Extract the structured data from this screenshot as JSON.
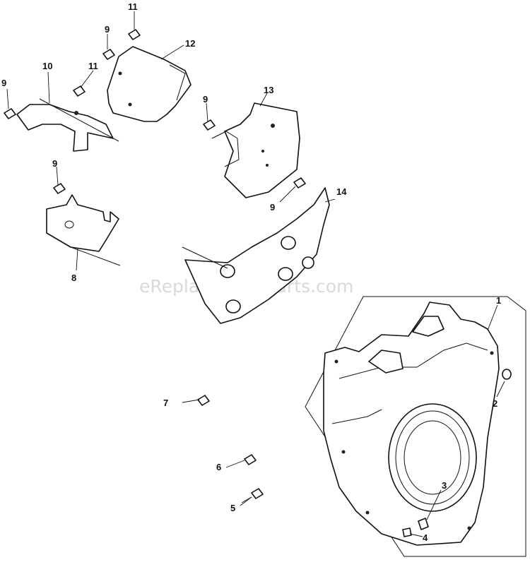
{
  "watermark": "eReplacementParts.com",
  "callouts": [
    {
      "id": "c1",
      "label": "1"
    },
    {
      "id": "c2",
      "label": "2"
    },
    {
      "id": "c3",
      "label": "3"
    },
    {
      "id": "c4",
      "label": "4"
    },
    {
      "id": "c5",
      "label": "5"
    },
    {
      "id": "c6",
      "label": "6"
    },
    {
      "id": "c7",
      "label": "7"
    },
    {
      "id": "c8",
      "label": "8"
    },
    {
      "id": "c9a",
      "label": "9"
    },
    {
      "id": "c9b",
      "label": "9"
    },
    {
      "id": "c9c",
      "label": "9"
    },
    {
      "id": "c9d",
      "label": "9"
    },
    {
      "id": "c9e",
      "label": "9"
    },
    {
      "id": "c10",
      "label": "10"
    },
    {
      "id": "c11a",
      "label": "11"
    },
    {
      "id": "c11b",
      "label": "11"
    },
    {
      "id": "c12",
      "label": "12"
    },
    {
      "id": "c13",
      "label": "13"
    },
    {
      "id": "c14",
      "label": "14"
    }
  ]
}
